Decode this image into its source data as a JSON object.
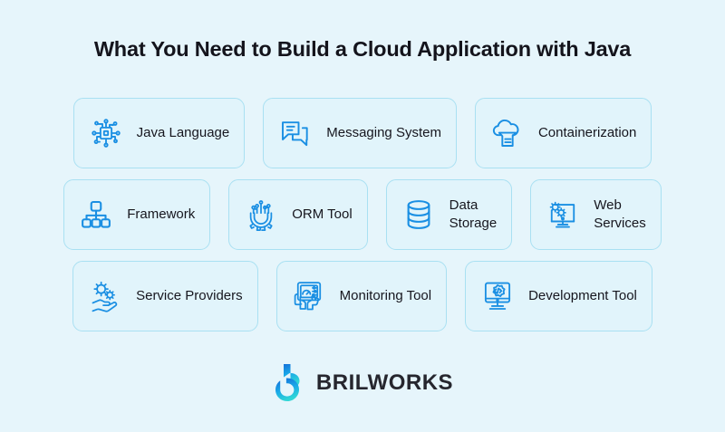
{
  "page": {
    "title": "What You Need to Build a Cloud Application with Java",
    "background_color": "#e6f5fb",
    "accent_color": "#1a8fe3",
    "card_background": "#e1f4fb",
    "card_border_color": "#a9e0f2",
    "text_color": "#16161e"
  },
  "rows": [
    {
      "cards": [
        {
          "label": "Java Language",
          "icon": "microchip-circuit-icon",
          "two_line": false
        },
        {
          "label": "Messaging System",
          "icon": "chat-bubbles-icon",
          "two_line": false
        },
        {
          "label": "Containerization",
          "icon": "cloud-document-icon",
          "two_line": false
        }
      ]
    },
    {
      "cards": [
        {
          "label": "Framework",
          "icon": "hierarchy-sitemap-icon",
          "two_line": false
        },
        {
          "label": "ORM Tool",
          "icon": "gear-circuit-icon",
          "two_line": false
        },
        {
          "label": "Data\nStorage",
          "icon": "database-cylinder-icon",
          "two_line": true
        },
        {
          "label": "Web\nServices",
          "icon": "monitor-gears-icon",
          "two_line": true
        }
      ]
    },
    {
      "cards": [
        {
          "label": "Service Providers",
          "icon": "hand-gears-icon",
          "two_line": false
        },
        {
          "label": "Monitoring Tool",
          "icon": "dashboard-tablet-hands-icon",
          "two_line": false
        },
        {
          "label": "Development Tool",
          "icon": "monitor-code-gear-icon",
          "two_line": false
        }
      ]
    }
  ],
  "footer": {
    "logo_text": "BRILWORKS",
    "logo_icon": "brilworks-b-logo-icon",
    "logo_gradient_from": "#1566d6",
    "logo_gradient_to": "#30d6d6"
  }
}
